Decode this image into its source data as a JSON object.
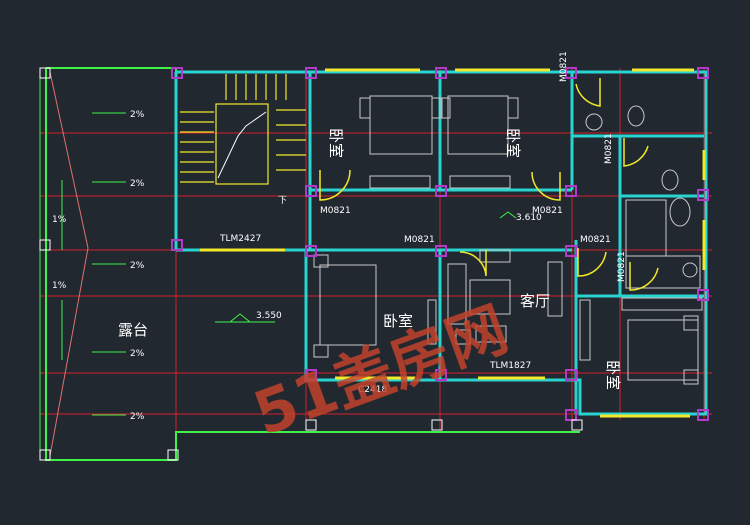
{
  "plan": {
    "rooms": {
      "bedroom_top_left": "卧室",
      "bedroom_top_right": "卧室",
      "bedroom_center": "卧室",
      "bedroom_right": "卧室",
      "living_room": "客厅",
      "terrace": "露台"
    },
    "stair_down": "下",
    "slopes": {
      "s1": "2%",
      "s2": "2%",
      "s3": "2%",
      "s4": "2%",
      "s5": "2%",
      "s6": "1%",
      "s7": "1%"
    },
    "levels": {
      "l1": "3.550",
      "l2": "3.610"
    },
    "tags": {
      "stair_window": "TLM2427",
      "door_top_left": "M0821",
      "door_top_right": "M0821",
      "door_center": "M0821",
      "door_right": "M0821",
      "door_bath_top": "M0821",
      "door_bath_mid": "M0821",
      "door_bath_low": "M0821",
      "window_bottom": "C2418",
      "sliding_door": "TLM1827"
    },
    "colors": {
      "background": "#212830",
      "wall": "#29d3d0",
      "axis": "#d6202a",
      "window": "#f2e92b",
      "furniture": "#c9c9c9",
      "door": "#f2e92b",
      "column": "#b23ac8",
      "terrace_edge": "#3ef24a",
      "watermark": "#c8442c"
    },
    "watermark": "51盖房网"
  }
}
